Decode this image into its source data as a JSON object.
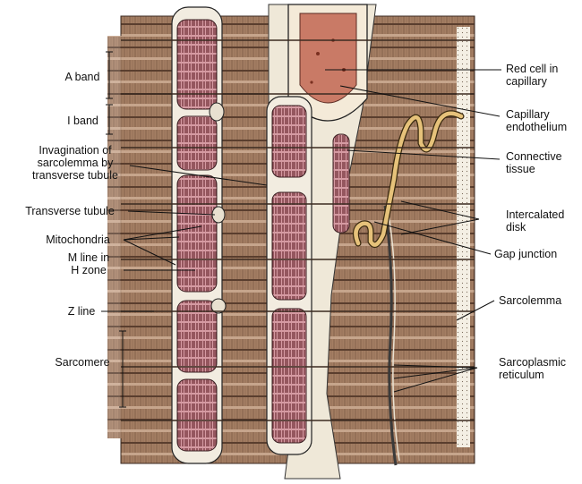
{
  "labels_left": {
    "a_band": "A band",
    "i_band": "I band",
    "invagination": "Invagination of\nsarcolemma by\ntransverse tubule",
    "transverse_tubule": "Transverse tubule",
    "mitochondria": "Mitochondria",
    "m_line": "M line in\nH zone",
    "z_line": "Z line",
    "sarcomere": "Sarcomere"
  },
  "labels_right": {
    "red_cell": "Red cell in\ncapillary",
    "capillary_endothelium": "Capillary\nendothelium",
    "connective_tissue": "Connective\ntissue",
    "intercalated_disk": "Intercalated\ndisk",
    "gap_junction": "Gap junction",
    "sarcolemma": "Sarcolemma",
    "sarcoplasmic_reticulum": "Sarcoplasmic\nreticulum"
  },
  "colors": {
    "myofibril": "#a27c62",
    "myofibril_dark": "#6b4a37",
    "mitochondria": "#8a4a4e",
    "mitochondria_light": "#d9a3a8",
    "connective": "#f1ece0",
    "capillary_cell": "#c9796a",
    "gap_junction": "#e6c27a"
  }
}
